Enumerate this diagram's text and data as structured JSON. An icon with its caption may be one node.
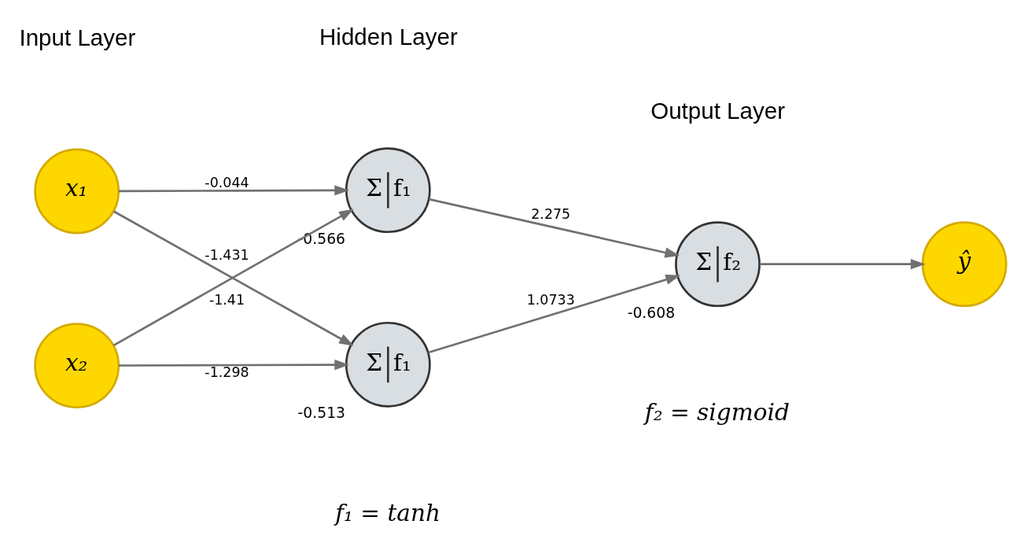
{
  "diagram": {
    "nodes": [
      {
        "text": [
          "x₁"
        ]
      },
      {
        "text": [
          "x₂"
        ]
      },
      {
        "text": [
          "Σ",
          "f₁"
        ],
        "beside": [
          "-0.566"
        ]
      },
      {
        "text": [
          "Σ",
          "f₁"
        ],
        "beside": [
          "-0.513"
        ]
      },
      {
        "text": [
          "Σ",
          "f₂"
        ],
        "beside": [
          "-0.608"
        ]
      },
      {
        "text": [
          "ŷ"
        ]
      }
    ],
    "edges": [
      {
        "from": 0,
        "to": 2,
        "arrow": "to",
        "label": "-0.044"
      },
      {
        "from": 0,
        "to": 3,
        "arrow": "to",
        "label": "-1.431"
      },
      {
        "from": 1,
        "to": 2,
        "arrow": "to",
        "label": "-1.41"
      },
      {
        "from": 1,
        "to": 3,
        "arrow": "to",
        "label": "-1.298"
      },
      {
        "from": 2,
        "to": 4,
        "arrow": "to",
        "label": "2.275"
      },
      {
        "from": 3,
        "to": 4,
        "arrow": "to",
        "label": "1.0733"
      },
      {
        "from": 4,
        "to": 5,
        "arrow": "to"
      }
    ],
    "labels": [
      "Input Layer",
      "Hidden Layer",
      "Output Layer",
      "f₁ = tanh",
      "f₂ = sigmoid"
    ]
  }
}
